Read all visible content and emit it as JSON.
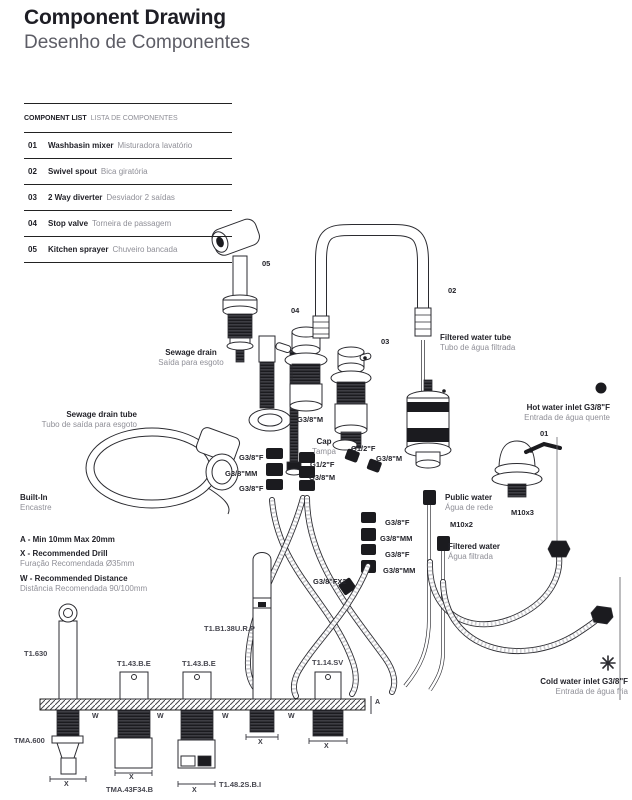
{
  "page": {
    "title": "Component Drawing",
    "subtitle": "Desenho de Componentes"
  },
  "component_list": {
    "header_en": "COMPONENT LIST",
    "header_pt": "LISTA DE COMPONENTES",
    "items": [
      {
        "num": "01",
        "en": "Washbasin mixer",
        "pt": "Misturadora lavatório"
      },
      {
        "num": "02",
        "en": "Swivel spout",
        "pt": "Bica giratória"
      },
      {
        "num": "03",
        "en": "2 Way diverter",
        "pt": "Desviador 2 saídas"
      },
      {
        "num": "04",
        "en": "Stop valve",
        "pt": "Torneira de passagem"
      },
      {
        "num": "05",
        "en": "Kitchen sprayer",
        "pt": "Chuveiro bancada"
      }
    ]
  },
  "annotations": {
    "sewage_drain": {
      "en": "Sewage drain",
      "pt": "Saída para esgoto"
    },
    "sewage_drain_tube": {
      "en": "Sewage drain tube",
      "pt": "Tubo de saída para esgoto"
    },
    "filtered_water_tube": {
      "en": "Filtered water tube",
      "pt": "Tubo de água filtrada"
    },
    "hot_water_inlet": {
      "en": "Hot water inlet G3/8\"F",
      "pt": "Entrada de água quente"
    },
    "cold_water_inlet": {
      "en": "Cold water inlet G3/8\"F",
      "pt": "Entrada de água fria"
    },
    "public_water": {
      "en": "Public water",
      "pt": "Água de rede"
    },
    "filtered_water": {
      "en": "Filtered water",
      "pt": "Água filtrada"
    },
    "built_in": {
      "en": "Built-In",
      "pt": "Encastre"
    },
    "cap": {
      "en": "Cap",
      "pt": "Tampa"
    }
  },
  "notes": {
    "a_en": "A - Min 10mm Max 20mm",
    "x_en": "X - Recommended Drill",
    "x_pt": "Furação Recomendada Ø35mm",
    "w_en": "W - Recommended Distance",
    "w_pt": "Distância Recomendada 90/100mm"
  },
  "part_numbers": {
    "p01": "01",
    "p02": "02",
    "p03": "03",
    "p04": "04",
    "p05": "05"
  },
  "specs": {
    "g38m": "G3/8\"M",
    "g38f": "G3/8\"F",
    "g38mm": "G3/8\"MM",
    "g12f": "G1/2\"F",
    "g38fx2": "G3/8\"FX2",
    "m10x2": "M10x2",
    "m10x3": "M10x3"
  },
  "codes": {
    "t1_630": "T1.630",
    "tma_600": "TMA.600",
    "t1_43_b_e": "T1.43.B.E",
    "tma_43f34_b": "TMA.43F34.B",
    "t1_b1_38u_r_p": "T1.B1.38U.R.P",
    "t1_48_2s_b_i": "T1.48.2S.B.I",
    "t1_14_sv": "T1.14.SV"
  },
  "dimensions": {
    "a": "A",
    "x": "X",
    "w": "W"
  },
  "colors": {
    "text_dark": "#23232a",
    "text_gray": "#8f8f97",
    "code": "#474750",
    "line": "#2b2b30"
  }
}
